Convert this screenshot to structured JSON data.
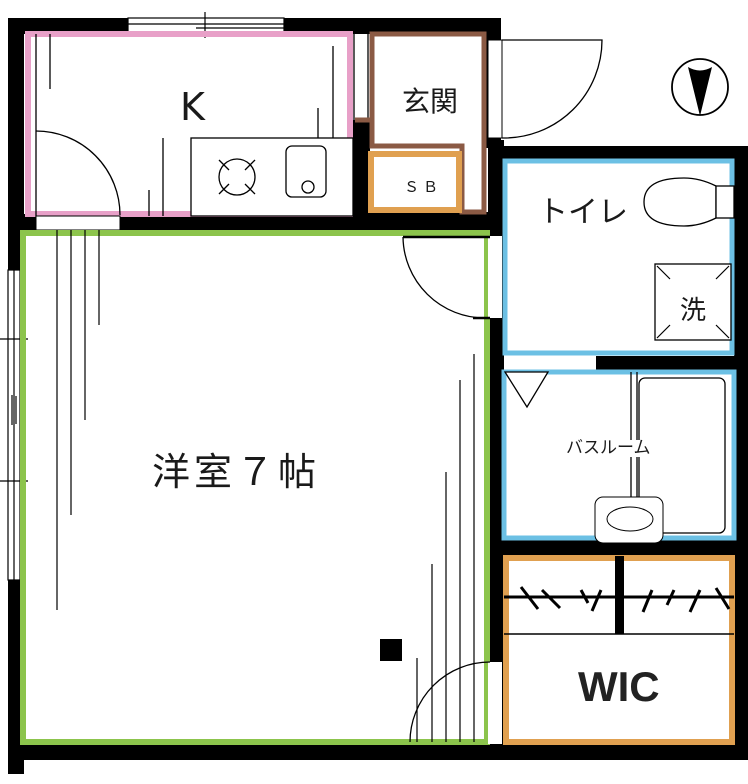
{
  "diagram": {
    "type": "floor_plan",
    "rooms": [
      {
        "id": "kitchen",
        "label": "K",
        "outline_color": "#e8a0c8"
      },
      {
        "id": "entrance",
        "label": "玄関",
        "outline_color": "#8b5a44"
      },
      {
        "id": "shoe-box",
        "label": "ＳＢ",
        "outline_color": "#e0a050"
      },
      {
        "id": "toilet",
        "label": "トイレ",
        "outline_color": "#6cc0e4"
      },
      {
        "id": "washer",
        "label": "洗"
      },
      {
        "id": "bathroom",
        "label": "バスルーム",
        "outline_color": "#6cc0e4"
      },
      {
        "id": "western-room",
        "label": "洋室７帖",
        "outline_color": "#8cc44c"
      },
      {
        "id": "walk-in-closet",
        "label": "WIC",
        "outline_color": "#e0a050"
      }
    ],
    "compass": {
      "direction": "south",
      "symbol": "north-arrow-pointing-down"
    },
    "colors": {
      "wall": "#000000",
      "kitchen": "#e8a0c8",
      "entrance": "#8b5a44",
      "storage": "#e0a050",
      "wet_area": "#6cc0e4",
      "room": "#8cc44c"
    }
  }
}
